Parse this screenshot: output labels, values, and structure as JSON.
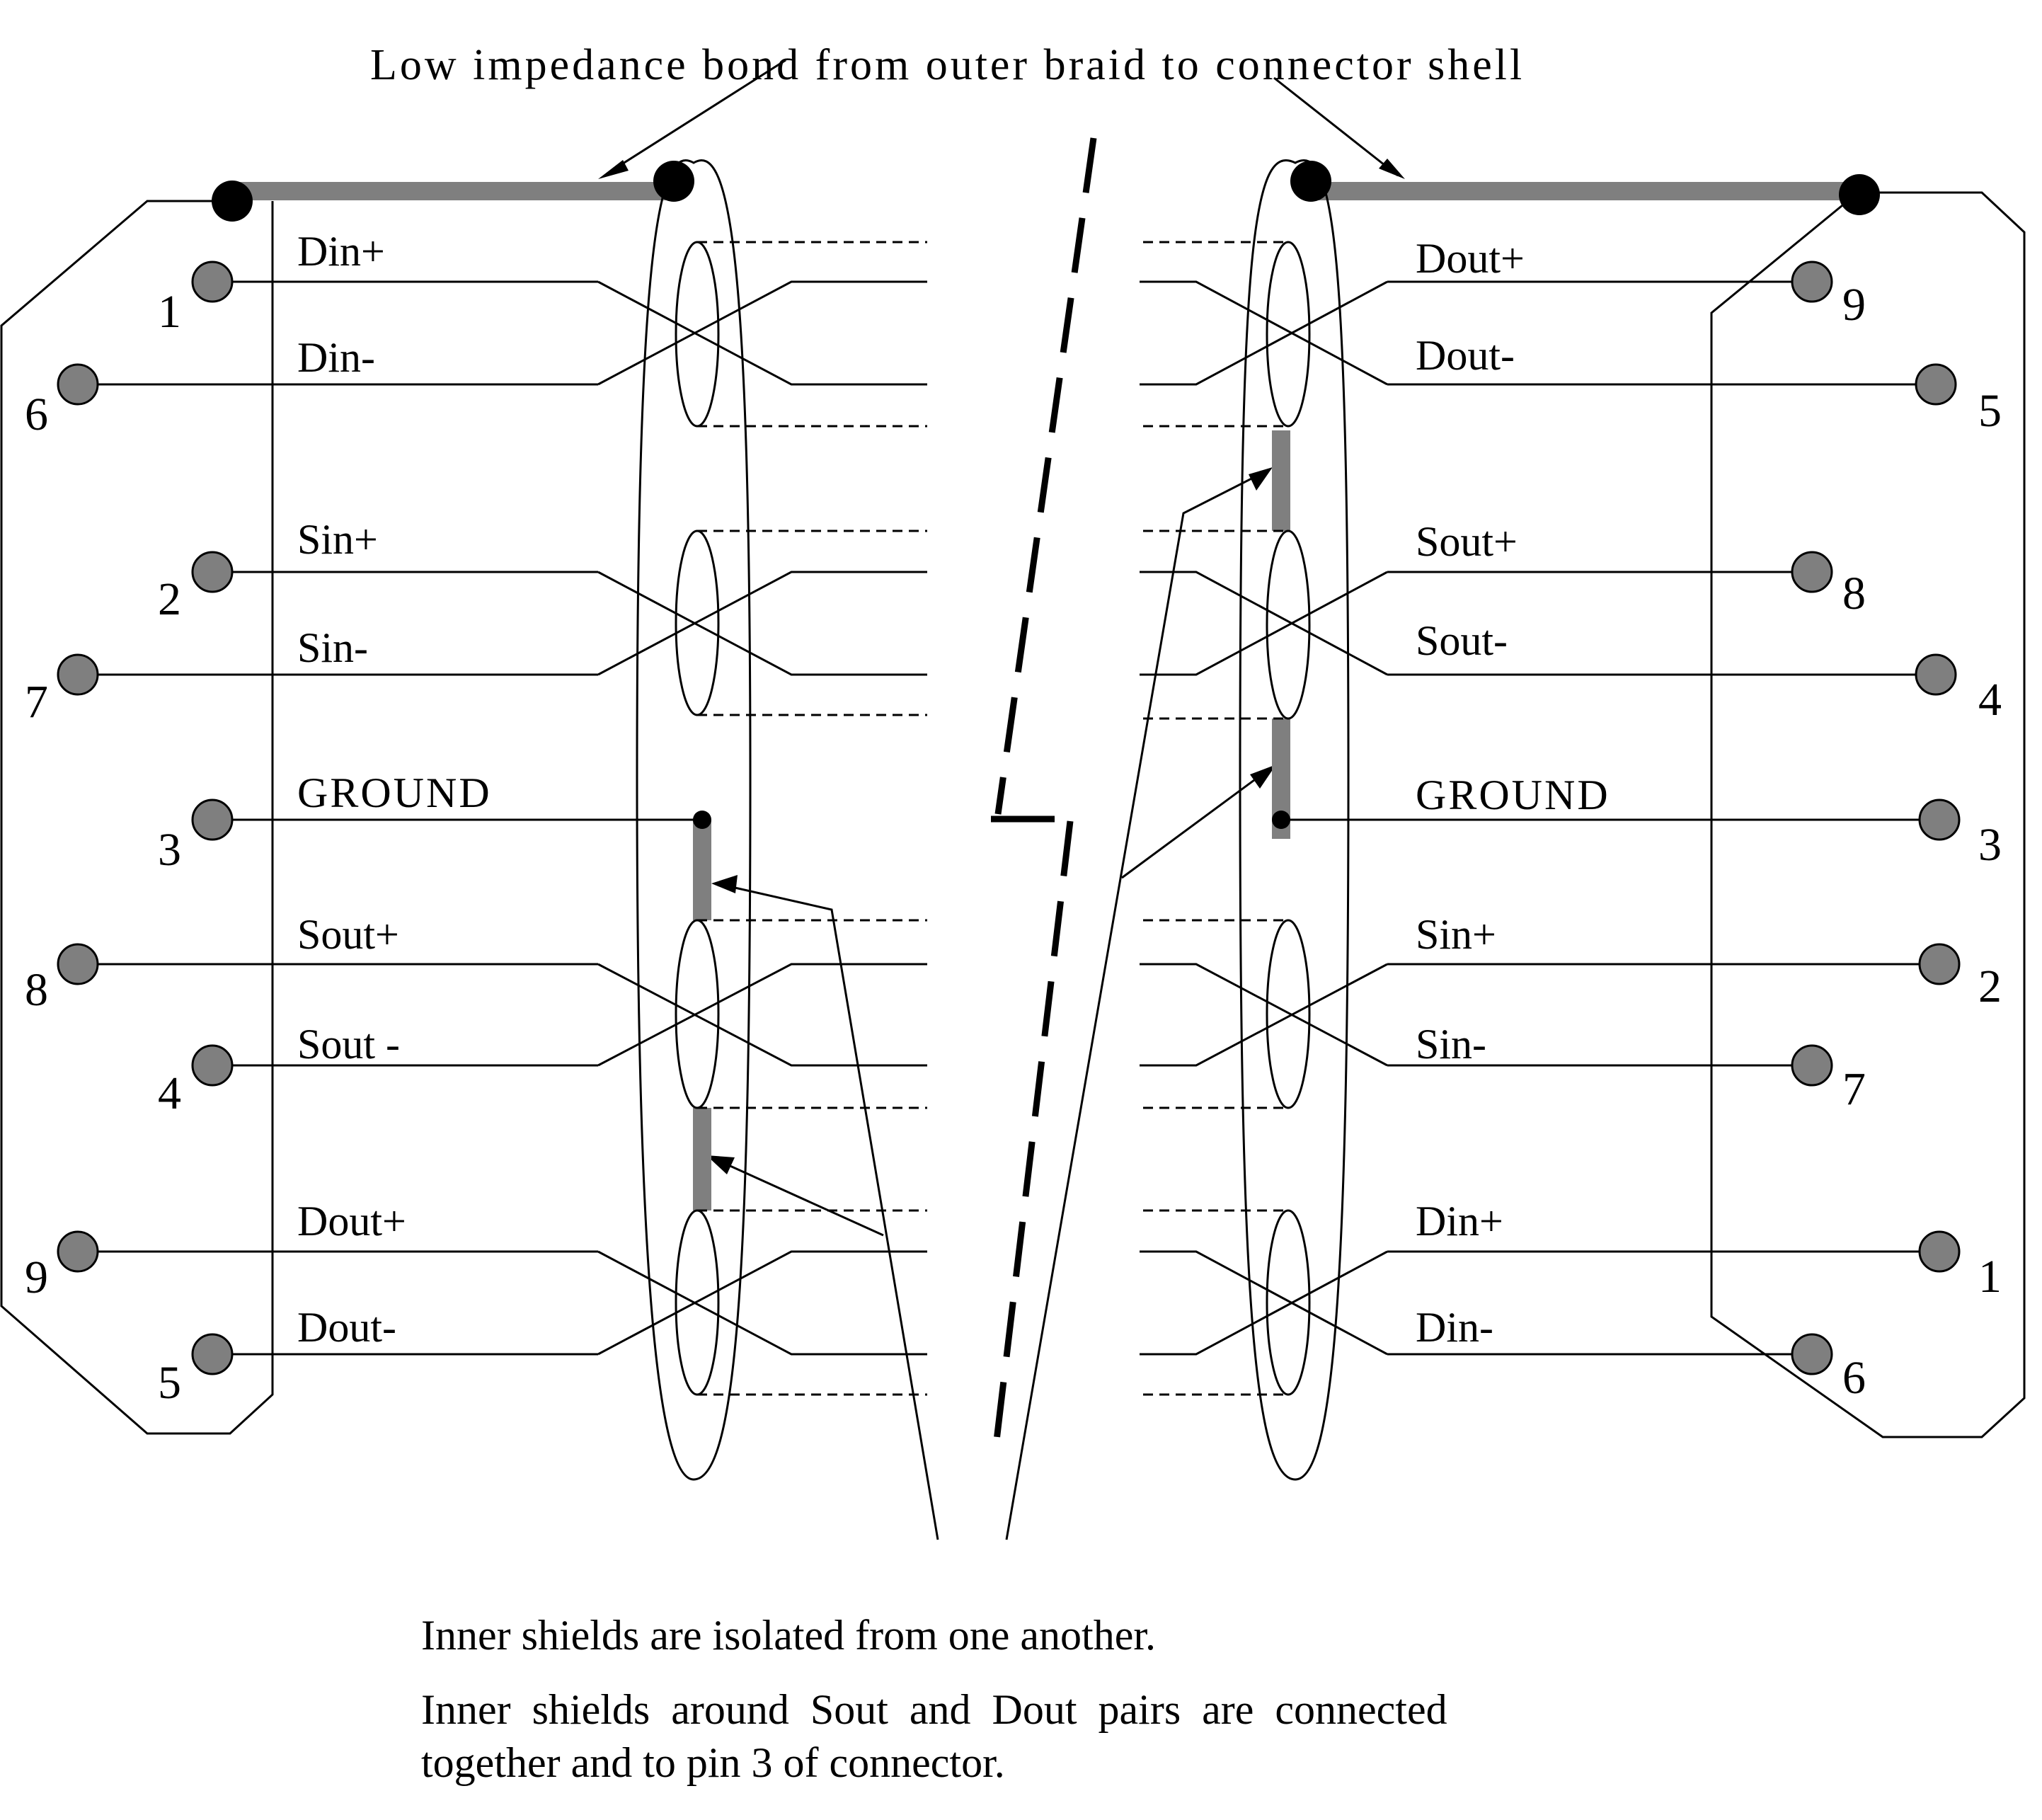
{
  "title": "Low impedance bond from outer braid to connector shell",
  "left_connector": {
    "signals": [
      "Din+",
      "Din-",
      "Sin+",
      "Sin-",
      "GROUND",
      "Sout+",
      "Sout -",
      "Dout+",
      "Dout-"
    ],
    "pins": [
      "1",
      "6",
      "2",
      "7",
      "3",
      "8",
      "4",
      "9",
      "5"
    ]
  },
  "right_connector": {
    "signals": [
      "Dout+",
      "Dout-",
      "Sout+",
      "Sout-",
      "GROUND",
      "Sin+",
      "Sin-",
      "Din+",
      "Din-"
    ],
    "pins": [
      "9",
      "5",
      "8",
      "4",
      "3",
      "2",
      "7",
      "1",
      "6"
    ]
  },
  "notes": {
    "line1": "Inner shields are isolated from one another.",
    "line2a": "Inner  shields  around  Sout  and  Dout  pairs  are  connected",
    "line2b": "together and to pin 3 of connector."
  },
  "colors": {
    "line": "#000000",
    "shield_bar": "#7f7f7f",
    "pin_fill": "#7f7f7f"
  }
}
